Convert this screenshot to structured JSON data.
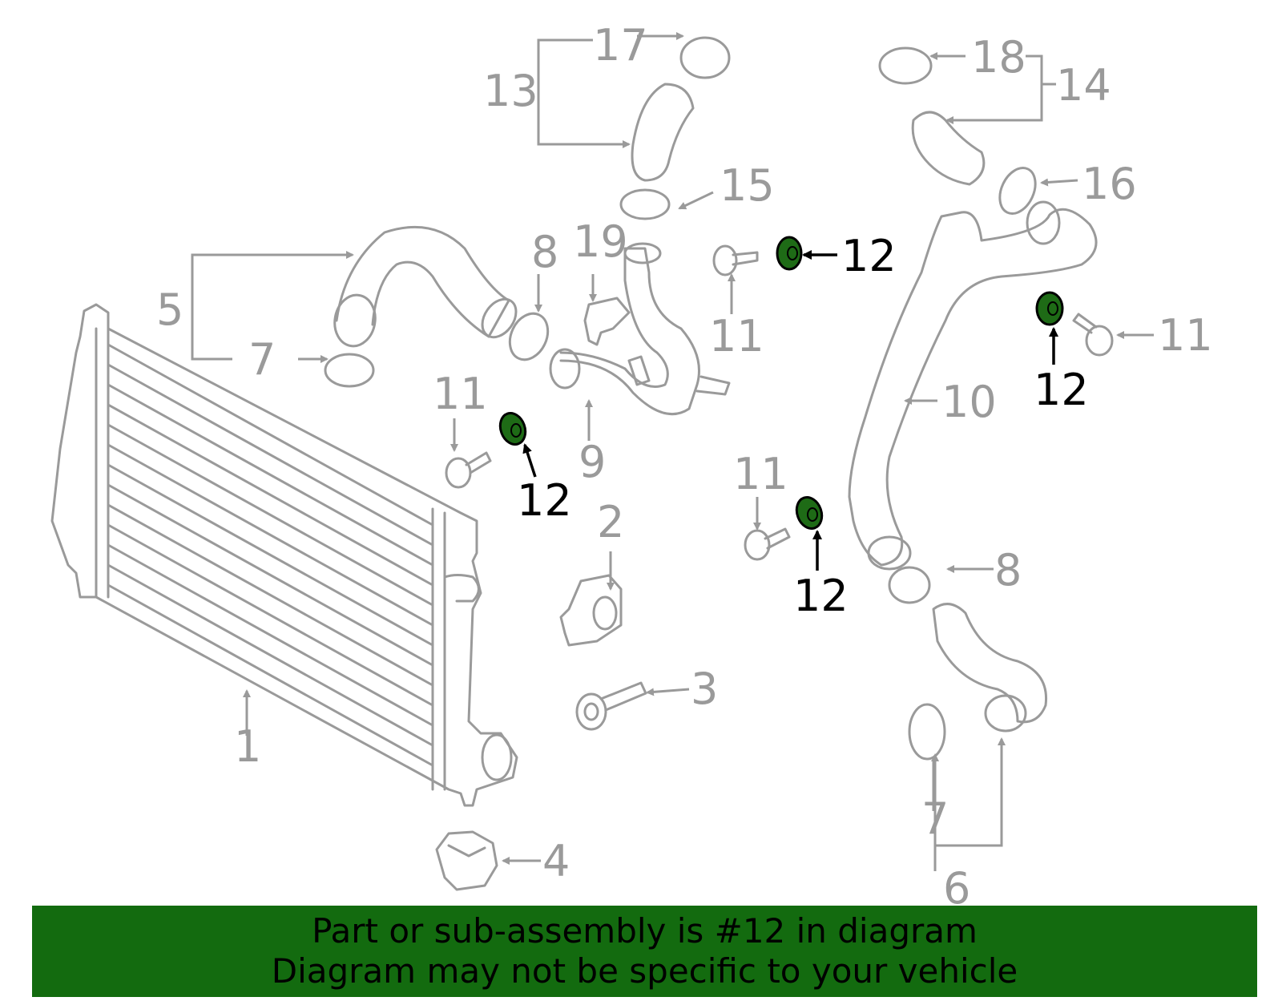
{
  "callouts": {
    "c1": "1",
    "c2": "2",
    "c3": "3",
    "c4": "4",
    "c5": "5",
    "c6": "6",
    "c7": "7",
    "c8": "8",
    "c9": "9",
    "c10": "10",
    "c11": "11",
    "c12": "12",
    "c13": "13",
    "c14": "14",
    "c15": "15",
    "c16": "16",
    "c17": "17",
    "c18": "18",
    "c19": "19"
  },
  "highlight": {
    "part_number": "12",
    "color": "#1e6b16"
  },
  "footer": {
    "line1": "Part or sub-assembly is #12 in diagram",
    "line2": "Diagram may not be specific to your vehicle",
    "background": "#136b0f"
  },
  "arrow_markers": {
    "grey": "#9a9a9a",
    "dark": "#000000"
  }
}
